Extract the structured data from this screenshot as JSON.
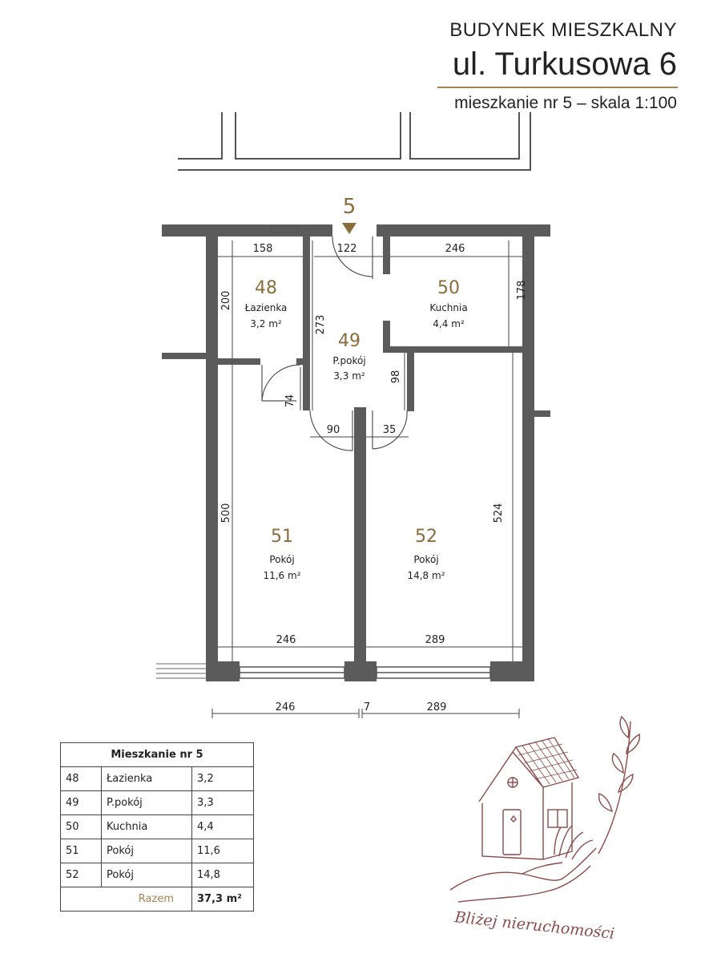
{
  "header": {
    "building": "BUDYNEK MIESZKALNY",
    "address": "ul. Turkusowa 6",
    "subtitle": "mieszkanie nr 5 – skala 1:100"
  },
  "entrance_number": "5",
  "rooms": [
    {
      "number": "48",
      "name": "Łazienka",
      "area": "3,2 m²"
    },
    {
      "number": "49",
      "name": "P.pokój",
      "area": "3,3 m²"
    },
    {
      "number": "50",
      "name": "Kuchnia",
      "area": "4,4 m²"
    },
    {
      "number": "51",
      "name": "Pokój",
      "area": "11,6 m²"
    },
    {
      "number": "52",
      "name": "Pokój",
      "area": "14,8 m²"
    }
  ],
  "dimensions": {
    "bath_width": "158",
    "hall_width": "122",
    "kitchen_width": "246",
    "bath_height": "200",
    "hall_height": "273",
    "kitchen_height": "178",
    "bath_door": "74",
    "hall_wall": "98",
    "hall_bottom_left": "90",
    "hall_bottom_right": "35",
    "room51_height": "500",
    "room52_height": "524",
    "room51_width": "246",
    "room52_width": "289",
    "outer_left": "246",
    "outer_gap": "7",
    "outer_right": "289"
  },
  "table": {
    "title": "Mieszkanie nr 5",
    "rows": [
      {
        "no": "48",
        "name": "Łazienka",
        "area": "3,2"
      },
      {
        "no": "49",
        "name": "P.pokój",
        "area": "3,3"
      },
      {
        "no": "50",
        "name": "Kuchnia",
        "area": "4,4"
      },
      {
        "no": "51",
        "name": "Pokój",
        "area": "11,6"
      },
      {
        "no": "52",
        "name": "Pokój",
        "area": "14,8"
      }
    ],
    "total_label": "Razem",
    "total_value": "37,3 m²"
  },
  "brand": {
    "tagline": "Bliżej nieruchomości",
    "logo_icon": "house-with-hand-icon"
  },
  "colors": {
    "wall": "#5b5b5b",
    "accent": "#8a6d3b",
    "logo": "#8c4b4b"
  }
}
